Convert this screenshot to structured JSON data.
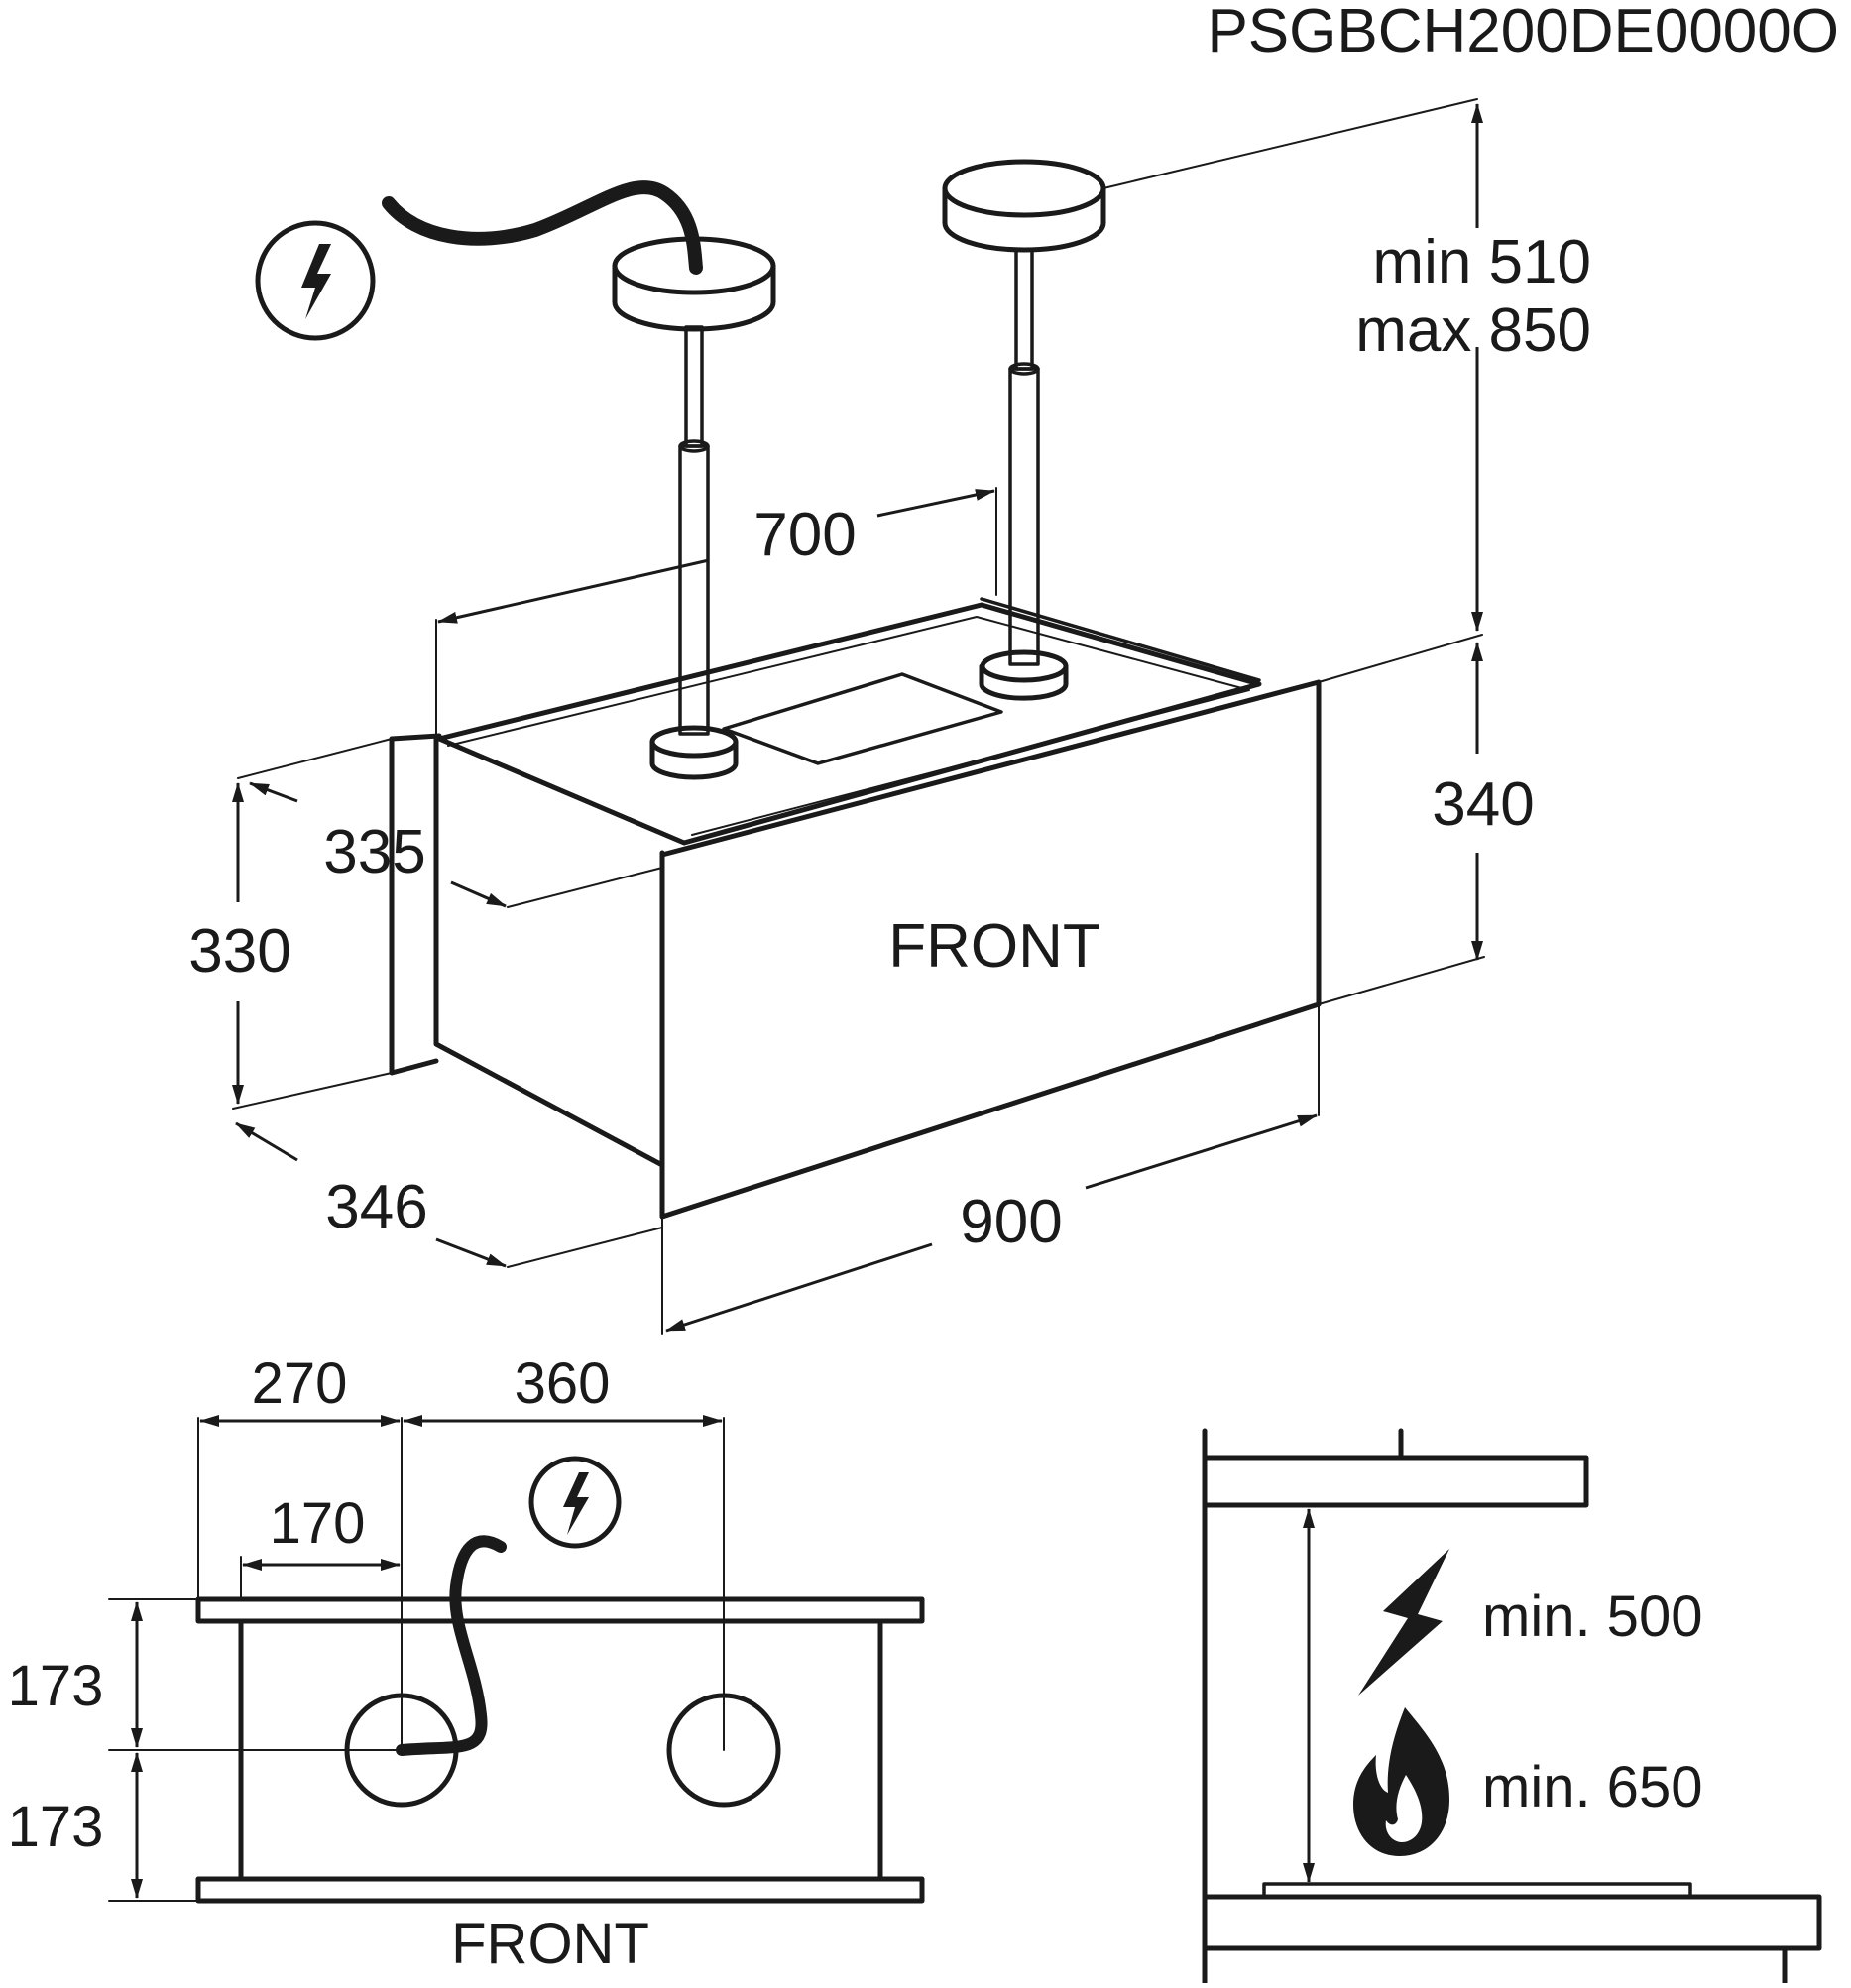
{
  "model_code": "PSGBCH200DE0000O",
  "iso_view": {
    "height_range": {
      "min": "min 510",
      "max": "max 850"
    },
    "body_height_right": "340",
    "body_height_left": "330",
    "pipe_spacing": "700",
    "depth_top": "335",
    "depth_bottom": "346",
    "width": "900",
    "front_label": "FRONT"
  },
  "plan_view": {
    "offset_left": "270",
    "pipe_spacing": "360",
    "cable_offset": "170",
    "depth_upper": "173",
    "depth_lower": "173",
    "front_label": "FRONT"
  },
  "clearance_view": {
    "electric_min": "min. 500",
    "gas_min": "min. 650"
  },
  "icons": [
    "electric-warning-icon",
    "electric-warning-icon",
    "lightning-bolt-icon",
    "flame-icon"
  ]
}
